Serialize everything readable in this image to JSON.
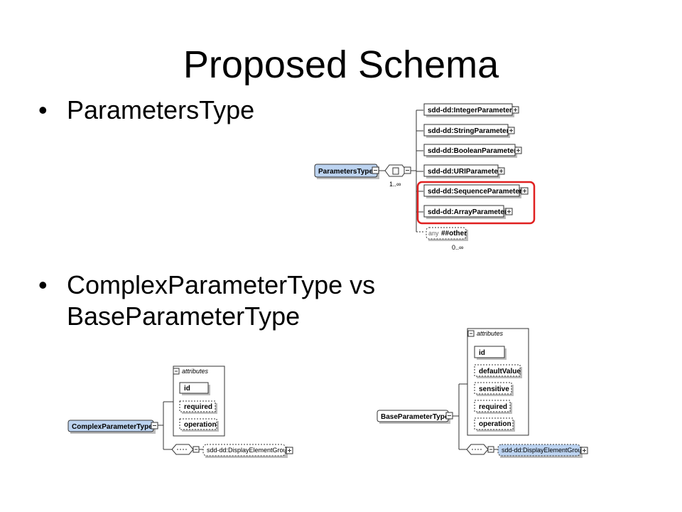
{
  "slide": {
    "title": "Proposed Schema",
    "bullets": [
      {
        "symbol": "•",
        "lines": [
          "ParametersType"
        ]
      },
      {
        "symbol": "•",
        "lines": [
          "ComplexParameterType vs",
          "BaseParameterType"
        ]
      }
    ]
  },
  "diagram1": {
    "root": "ParametersType",
    "choice_multiplicity": "1..∞",
    "children": [
      "sdd-dd:IntegerParameter",
      "sdd-dd:StringParameter",
      "sdd-dd:BooleanParameter",
      "sdd-dd:URIParameter",
      "sdd-dd:SequenceParameter",
      "sdd-dd:ArrayParameter"
    ],
    "any_label": "any",
    "any_value": "##other",
    "any_multiplicity": "0..∞",
    "highlight_color": "#e02020"
  },
  "diagram2": {
    "root": "ComplexParameterType",
    "attributes_label": "attributes",
    "attributes": [
      "id",
      "required",
      "operation"
    ],
    "group": "sdd-dd:DisplayElementGroup"
  },
  "diagram3": {
    "root": "BaseParameterType",
    "attributes_label": "attributes",
    "attributes": [
      "id",
      "defaultValue",
      "sensitive",
      "required",
      "operation"
    ],
    "group": "sdd-dd:DisplayElementGroup"
  },
  "colors": {
    "root_fill": "#bcd3f0",
    "box_border": "#333333",
    "shadow": "#bdbdbd",
    "group_fill": "#bcd3f0"
  }
}
